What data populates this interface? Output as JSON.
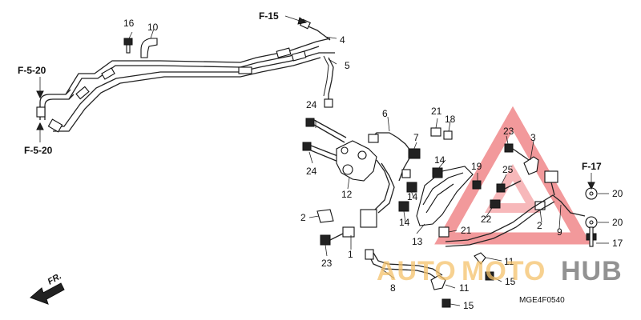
{
  "diagram": {
    "part_numbers": [
      {
        "id": "p1",
        "text": "1"
      },
      {
        "id": "p2a",
        "text": "2"
      },
      {
        "id": "p2b",
        "text": "2"
      },
      {
        "id": "p3",
        "text": "3"
      },
      {
        "id": "p4",
        "text": "4"
      },
      {
        "id": "p5",
        "text": "5"
      },
      {
        "id": "p6",
        "text": "6"
      },
      {
        "id": "p7",
        "text": "7"
      },
      {
        "id": "p8",
        "text": "8"
      },
      {
        "id": "p9",
        "text": "9"
      },
      {
        "id": "p10",
        "text": "10"
      },
      {
        "id": "p11a",
        "text": "11"
      },
      {
        "id": "p11b",
        "text": "11"
      },
      {
        "id": "p12",
        "text": "12"
      },
      {
        "id": "p13",
        "text": "13"
      },
      {
        "id": "p14a",
        "text": "14"
      },
      {
        "id": "p14b",
        "text": "14"
      },
      {
        "id": "p14c",
        "text": "14"
      },
      {
        "id": "p15a",
        "text": "15"
      },
      {
        "id": "p15b",
        "text": "15"
      },
      {
        "id": "p16",
        "text": "16"
      },
      {
        "id": "p17",
        "text": "17"
      },
      {
        "id": "p18",
        "text": "18"
      },
      {
        "id": "p19",
        "text": "19"
      },
      {
        "id": "p20a",
        "text": "20"
      },
      {
        "id": "p20b",
        "text": "20"
      },
      {
        "id": "p21a",
        "text": "21"
      },
      {
        "id": "p21b",
        "text": "21"
      },
      {
        "id": "p22",
        "text": "22"
      },
      {
        "id": "p23a",
        "text": "23"
      },
      {
        "id": "p23b",
        "text": "23"
      },
      {
        "id": "p24a",
        "text": "24"
      },
      {
        "id": "p24b",
        "text": "24"
      },
      {
        "id": "p25",
        "text": "25"
      }
    ],
    "references": [
      {
        "id": "f15",
        "text": "F-15"
      },
      {
        "id": "f520a",
        "text": "F-5-20"
      },
      {
        "id": "f520b",
        "text": "F-5-20"
      },
      {
        "id": "f17",
        "text": "F-17"
      }
    ],
    "direction_label": "FR.",
    "diagram_code": "MGE4F0540",
    "watermark": {
      "part1": "AUTO",
      "part2": "MOTO",
      "part3": "HUB",
      "color_accent": "#f5c26b",
      "color_dark": "#6e6e6e",
      "logo_color": "#e8474a"
    }
  }
}
